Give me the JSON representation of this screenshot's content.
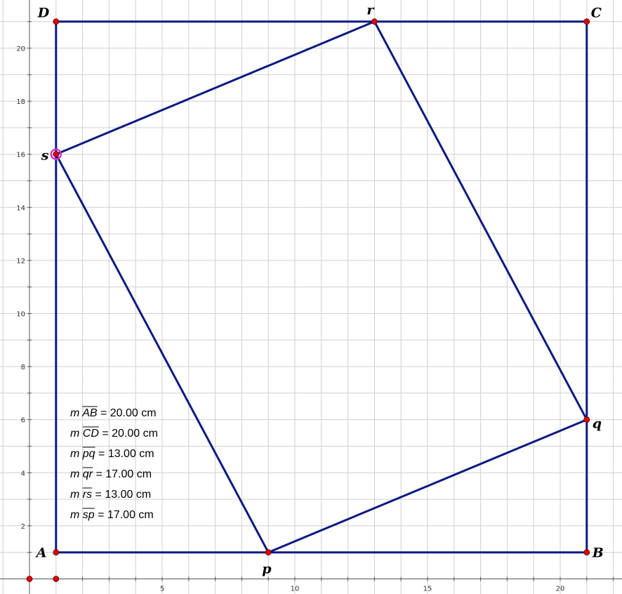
{
  "colors": {
    "grid": "#cfcfcf",
    "axis": "#555555",
    "shape": "#0c1a80",
    "point": "#e00000",
    "selected_point": "#cc33cc",
    "label": "#000000"
  },
  "grid": {
    "x_min": -1,
    "x_max": 22,
    "y_min": -0.2,
    "y_max": 22
  },
  "axis_ticks": {
    "x": [
      {
        "value": 5,
        "label": "5"
      },
      {
        "value": 10,
        "label": "10"
      },
      {
        "value": 15,
        "label": "15"
      },
      {
        "value": 20,
        "label": "20"
      }
    ],
    "y": [
      {
        "value": 2,
        "label": "2"
      },
      {
        "value": 4,
        "label": "4"
      },
      {
        "value": 6,
        "label": "6"
      },
      {
        "value": 8,
        "label": "8"
      },
      {
        "value": 10,
        "label": "10"
      },
      {
        "value": 12,
        "label": "12"
      },
      {
        "value": 14,
        "label": "14"
      },
      {
        "value": 16,
        "label": "16"
      },
      {
        "value": 18,
        "label": "18"
      },
      {
        "value": 20,
        "label": "20"
      }
    ]
  },
  "points": [
    {
      "id": "A",
      "label": "A",
      "x": 1,
      "y": 1
    },
    {
      "id": "B",
      "label": "B",
      "x": 21,
      "y": 1
    },
    {
      "id": "C",
      "label": "C",
      "x": 21,
      "y": 21
    },
    {
      "id": "D",
      "label": "D",
      "x": 1,
      "y": 21
    },
    {
      "id": "p",
      "label": "p",
      "x": 9,
      "y": 1
    },
    {
      "id": "q",
      "label": "q",
      "x": 21,
      "y": 6
    },
    {
      "id": "r",
      "label": "r",
      "x": 13,
      "y": 21
    },
    {
      "id": "s",
      "label": "s",
      "x": 1,
      "y": 16,
      "selected": true
    }
  ],
  "extra_points": [
    {
      "id": "origin",
      "x": 0,
      "y": 0
    },
    {
      "id": "unit",
      "x": 1,
      "y": 0
    }
  ],
  "polygons": [
    {
      "id": "square-ABCD",
      "vertices": [
        "A",
        "B",
        "C",
        "D"
      ]
    },
    {
      "id": "quad-pqrs",
      "vertices": [
        "p",
        "q",
        "r",
        "s"
      ]
    }
  ],
  "measurements": [
    {
      "prefix": "m",
      "segment": "AB",
      "value": "= 20.00 cm"
    },
    {
      "prefix": "m",
      "segment": "CD",
      "value": "= 20.00 cm"
    },
    {
      "prefix": "m",
      "segment": "pq",
      "value": "= 13.00 cm"
    },
    {
      "prefix": "m",
      "segment": "qr",
      "value": "= 17.00 cm"
    },
    {
      "prefix": "m",
      "segment": "rs",
      "value": "= 13.00 cm"
    },
    {
      "prefix": "m",
      "segment": "sp",
      "value": "= 17.00 cm"
    }
  ]
}
